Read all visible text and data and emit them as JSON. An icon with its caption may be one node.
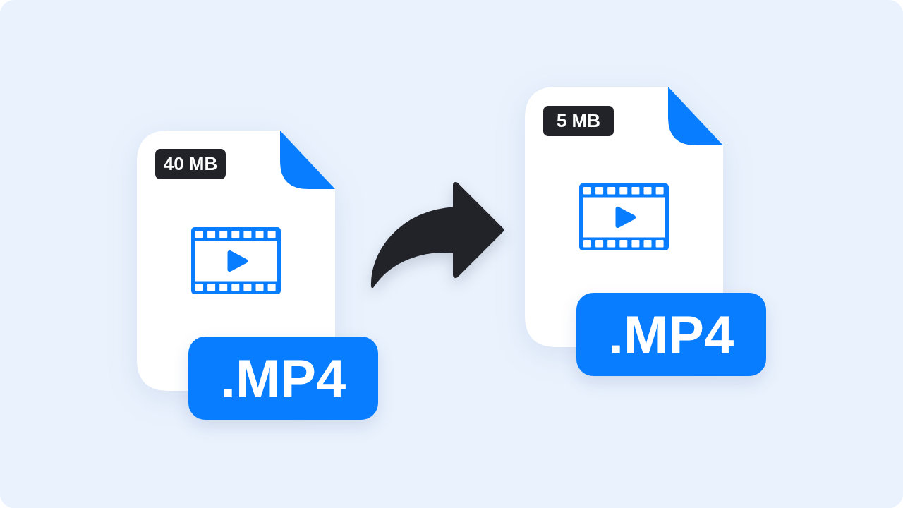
{
  "diagram": {
    "nodes": [
      {
        "text": [],
        "shape": "document"
      },
      {
        "text": [
          "40 MB"
        ],
        "in": 0
      },
      {
        "text": [
          ".MP4"
        ]
      },
      {
        "text": [],
        "shape": "document"
      },
      {
        "text": [
          "5 MB"
        ],
        "in": 3
      },
      {
        "text": [
          ".MP4"
        ]
      }
    ],
    "edges": [
      {
        "from": 0,
        "to": 3,
        "arrow": "to"
      }
    ]
  }
}
